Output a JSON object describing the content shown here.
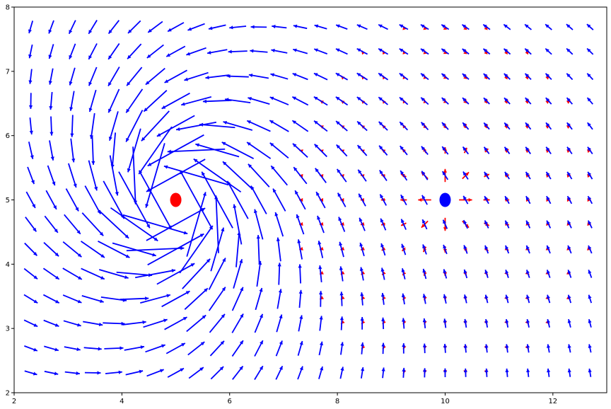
{
  "chart_data": {
    "type": "quiver",
    "title": "",
    "xlabel": "",
    "ylabel": "",
    "xlim": [
      2,
      13
    ],
    "ylim": [
      2,
      8
    ],
    "grid": false,
    "legend": null,
    "x_ticks": [
      2,
      4,
      6,
      8,
      10,
      12
    ],
    "y_ticks": [
      2,
      3,
      4,
      5,
      6,
      7,
      8
    ],
    "x_tick_labels": [
      "2",
      "4",
      "6",
      "8",
      "10",
      "12"
    ],
    "y_tick_labels": [
      "2",
      "3",
      "4",
      "5",
      "6",
      "7",
      "8"
    ],
    "grid_x": [
      2.31,
      2.69,
      3.08,
      3.46,
      3.85,
      4.23,
      4.62,
      5.0,
      5.38,
      5.77,
      6.15,
      6.54,
      6.92,
      7.31,
      7.69,
      8.08,
      8.46,
      8.85,
      9.23,
      9.62,
      10.0,
      10.38,
      10.77,
      11.15,
      11.54,
      11.92,
      12.31,
      12.69
    ],
    "grid_y": [
      2.31,
      2.69,
      3.08,
      3.46,
      3.85,
      4.23,
      4.62,
      5.0,
      5.38,
      5.77,
      6.15,
      6.54,
      6.92,
      7.31,
      7.69
    ],
    "points": [
      {
        "name": "red-point",
        "x": 5,
        "y": 5,
        "color": "#ff0000"
      },
      {
        "name": "blue-point",
        "x": 10,
        "y": 5,
        "color": "#0000ff"
      }
    ],
    "series": [
      {
        "field": "vortex field centered at (5, 5), swirling counter-clockwise with inward component",
        "color": "#0000ff"
      },
      {
        "field": "radial source field centered at (10, 5), pointing outward",
        "color": "#ff0000"
      }
    ],
    "colors": {
      "blue_field": "#0000ff",
      "red_field": "#ff0000",
      "axis": "#000000",
      "background": "#ffffff"
    }
  }
}
